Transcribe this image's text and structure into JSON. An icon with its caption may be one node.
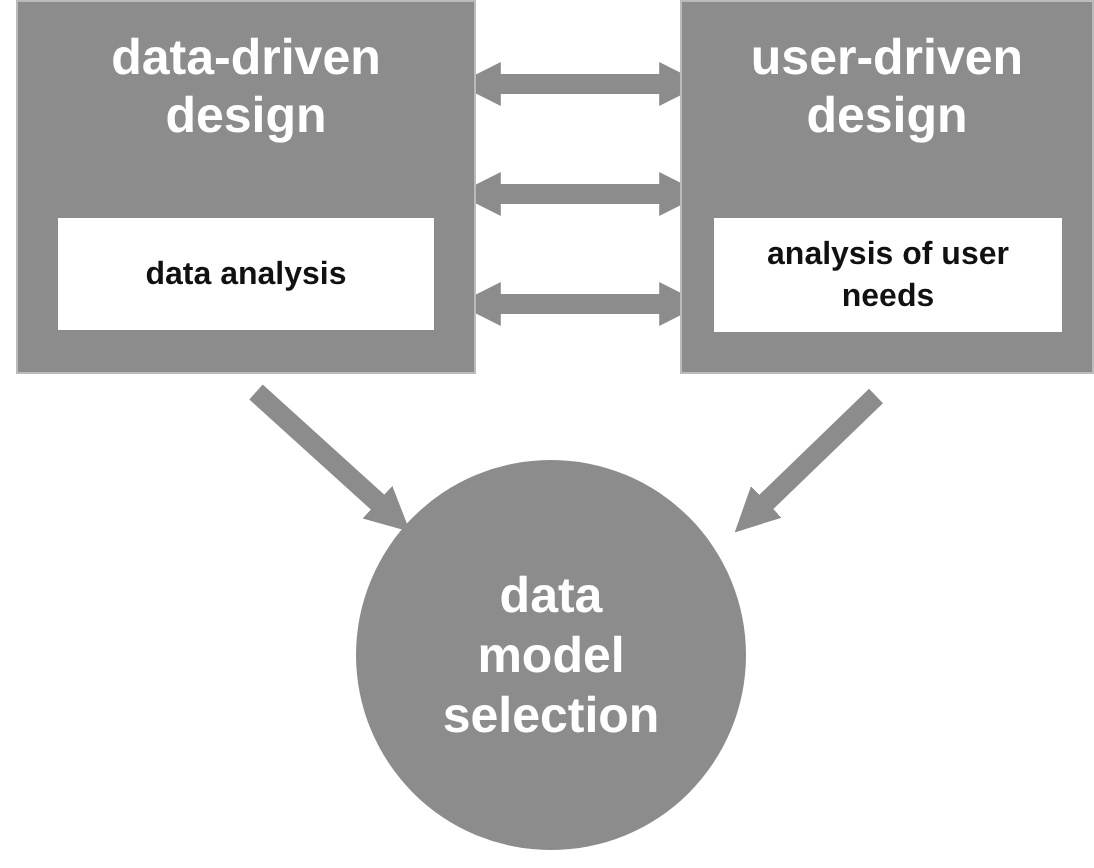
{
  "diagram": {
    "nodes": [
      {
        "text": [
          "data-driven design"
        ]
      },
      {
        "text": [
          "data analysis"
        ],
        "in": 0
      },
      {
        "text": [
          "user-driven design"
        ]
      },
      {
        "text": [
          "analysis of user needs"
        ],
        "in": 2
      },
      {
        "text": [
          "data model selection"
        ]
      }
    ],
    "edges": [
      {
        "from": 0,
        "to": 2,
        "arrow": "both"
      },
      {
        "from": 0,
        "to": 2,
        "arrow": "both"
      },
      {
        "from": 0,
        "to": 2,
        "arrow": "both"
      },
      {
        "from": 0,
        "to": 4,
        "arrow": "to"
      },
      {
        "from": 2,
        "to": 4,
        "arrow": "to"
      }
    ]
  }
}
